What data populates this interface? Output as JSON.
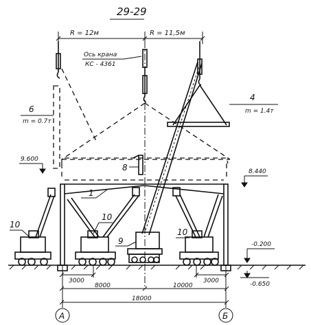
{
  "section_title": "29-29",
  "radius_left": "R = 12м",
  "radius_right": "R = 11,5м",
  "crane_axis_line1": "Ось крана",
  "crane_axis_line2": "КС - 4361",
  "load_4": {
    "number": "4",
    "mass": "m = 1.4т"
  },
  "load_6": {
    "number": "6",
    "mass": "m = 0.7т"
  },
  "callouts": {
    "c1": "1",
    "c8": "8",
    "c9": "9",
    "c10a": "10",
    "c10b": "10",
    "c10c": "10"
  },
  "levels": {
    "left_top": "9.600",
    "right_top": "8.440",
    "ground": "-0.200",
    "base": "-0.650"
  },
  "dimensions": {
    "d3000_left": "3000",
    "d3000_right": "3000",
    "d8000": "8000",
    "d10000": "10000",
    "d18000": "18000"
  },
  "axes": {
    "left": "А",
    "right": "Б"
  }
}
